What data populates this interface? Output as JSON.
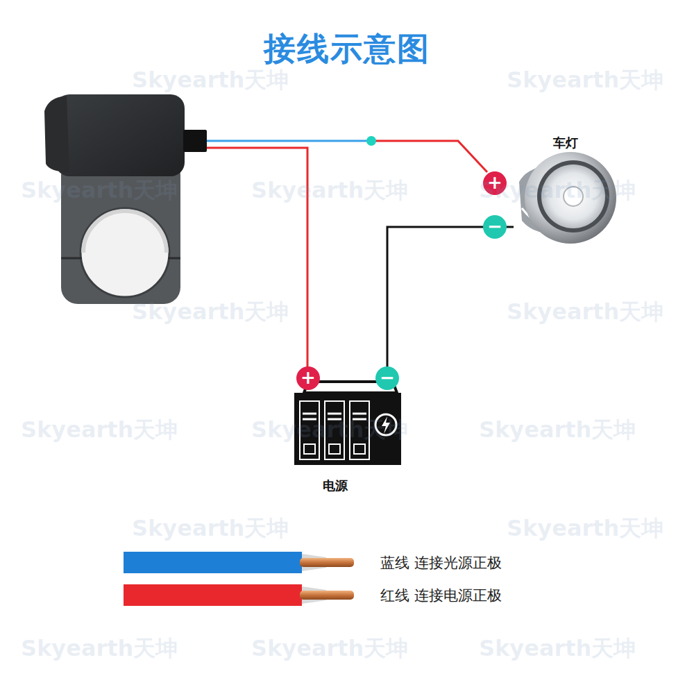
{
  "diagram": {
    "title": "接线示意图",
    "nodes": [
      {
        "text": [
          "车灯"
        ]
      },
      {
        "text": [
          "电源"
        ]
      }
    ],
    "edges": [
      {
        "from": 1,
        "to": 0,
        "arrow": "none"
      }
    ],
    "labels": [
      "+",
      "−",
      "+",
      "−",
      "Skyearth天坤",
      "Skyearth天坤",
      "Skyearth天坤",
      "Skyearth天坤",
      "Skyearth天坤",
      "Skyearth天坤",
      "Skyearth天坤",
      "Skyearth天坤",
      "Skyearth天坤",
      "Skyearth天坤",
      "Skyearth天坤",
      "Skyearth天坤",
      "Skyearth天坤",
      "Skyearth天坤",
      "Skyearth天坤"
    ],
    "legend": [
      {
        "text": "蓝线 连接光源正极",
        "color": "#1e7fd6"
      },
      {
        "text": "红线 连接电源正极",
        "color": "#e8282d"
      }
    ]
  }
}
